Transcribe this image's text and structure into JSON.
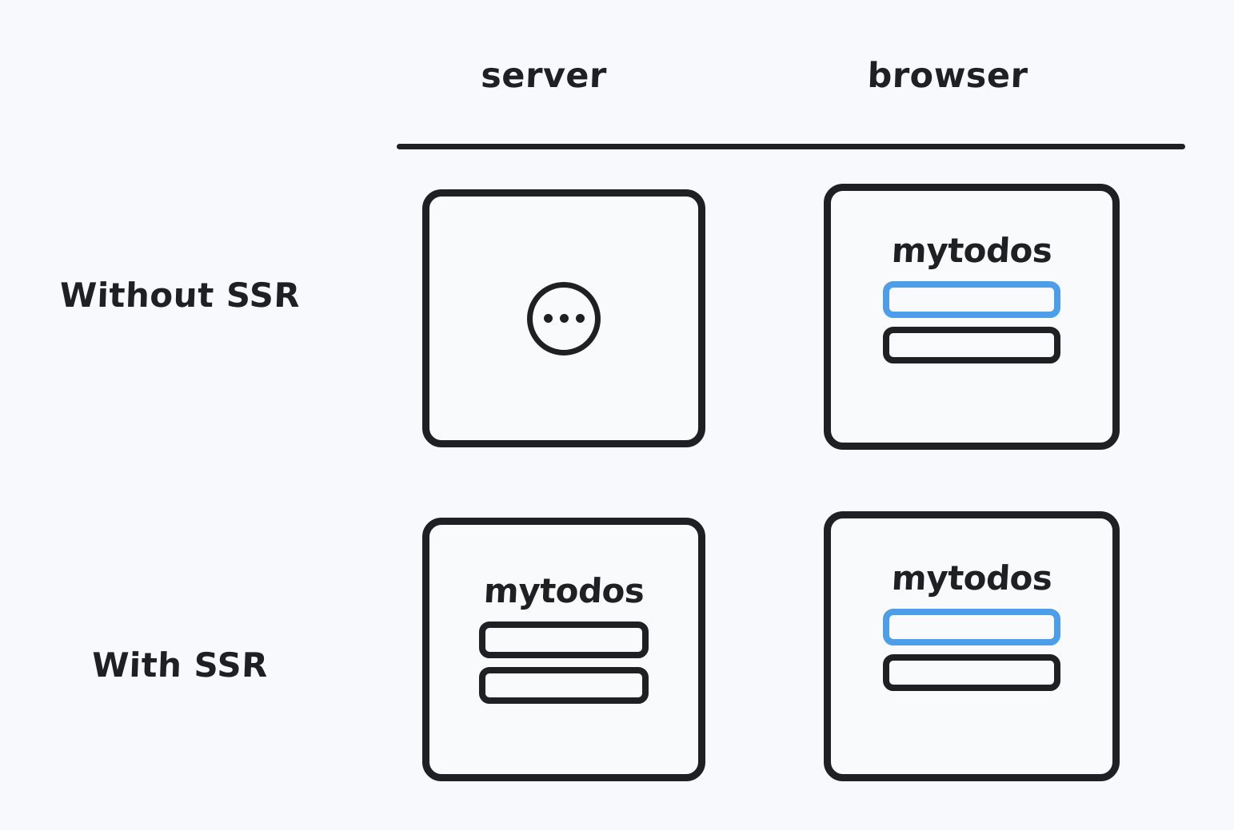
{
  "theme": {
    "background": "#f7f9fc",
    "ink": "#1f2024",
    "accent": "#4d9ee8",
    "card_fill": "#f8fafc"
  },
  "columns": [
    {
      "key": "server",
      "label": "server"
    },
    {
      "key": "browser",
      "label": "browser"
    }
  ],
  "rows": [
    {
      "key": "without_ssr",
      "label": "Without SSR"
    },
    {
      "key": "with_ssr",
      "label": "With SSR"
    }
  ],
  "cells": {
    "without_ssr_server": {
      "state": "loading",
      "icon": "ellipsis-circle-icon",
      "dots": 3
    },
    "without_ssr_browser": {
      "state": "rendered",
      "app_title": "mytodos",
      "items": [
        {
          "style": "accent"
        },
        {
          "style": "ink"
        }
      ]
    },
    "with_ssr_server": {
      "state": "rendered",
      "app_title": "mytodos",
      "items": [
        {
          "style": "ink"
        },
        {
          "style": "ink"
        }
      ]
    },
    "with_ssr_browser": {
      "state": "rendered",
      "app_title": "mytodos",
      "items": [
        {
          "style": "accent"
        },
        {
          "style": "ink"
        }
      ]
    }
  }
}
